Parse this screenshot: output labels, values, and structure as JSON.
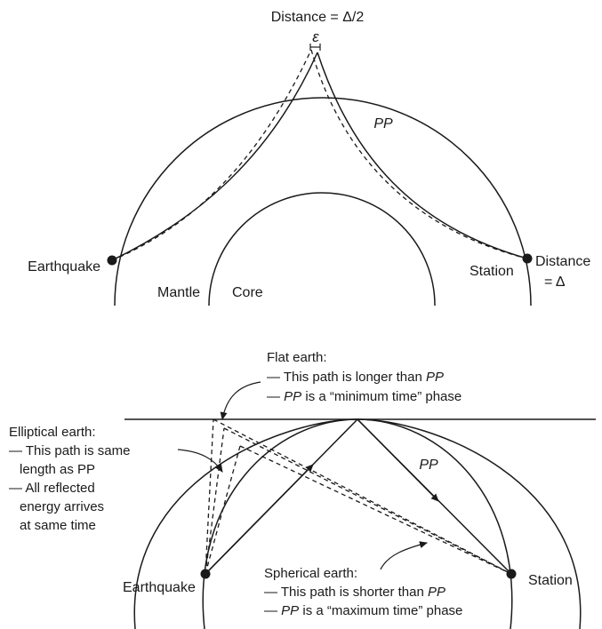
{
  "top": {
    "distance_half_label": "Distance = Δ/2",
    "epsilon": "ε",
    "pp_label": "PP",
    "earthquake_label": "Earthquake",
    "station_label": "Station",
    "distance_label_line1": "Distance",
    "distance_label_line2": "= Δ",
    "mantle_label": "Mantle",
    "core_label": "Core"
  },
  "bottom": {
    "flat": {
      "title": "Flat earth:",
      "line1_prefix": "— This path is longer than ",
      "line1_pp": "PP",
      "line2_dash": "— ",
      "line2_pp": "PP",
      "line2_suffix": " is a “minimum time” phase"
    },
    "elliptical": {
      "title": "Elliptical earth:",
      "line1": "— This path is same",
      "line2": "length as PP",
      "line3": "— All reflected",
      "line4": "energy arrives",
      "line5": "at same time"
    },
    "spherical": {
      "title": "Spherical earth:",
      "line1_prefix": "— This path is shorter than ",
      "line1_pp": "PP",
      "line2_dash": "— ",
      "line2_pp": "PP",
      "line2_suffix": " is a “maximum time” phase"
    },
    "pp_label": "PP",
    "earthquake_label": "Earthquake",
    "station_label": "Station"
  }
}
